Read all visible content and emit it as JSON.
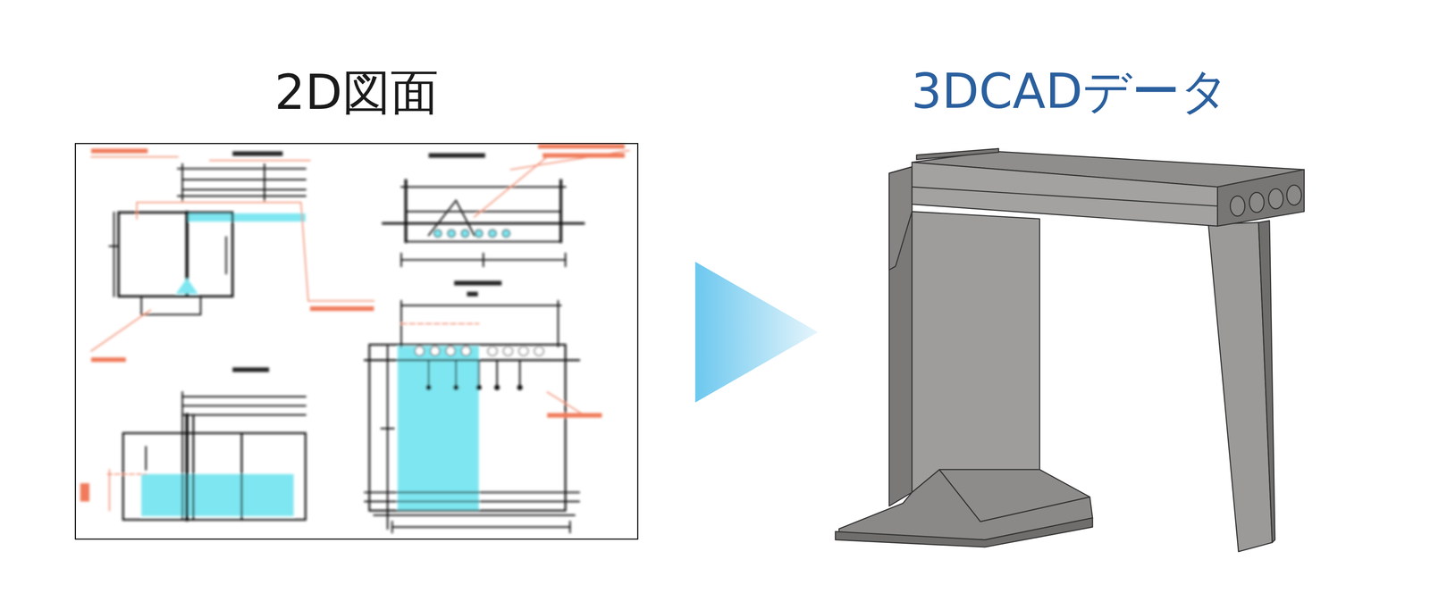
{
  "diagram": {
    "nodes": [
      {
        "text": [
          "2D図面"
        ]
      },
      {
        "text": [
          "3DCADデータ"
        ]
      }
    ],
    "edges": [
      {
        "from": 0,
        "to": 1,
        "arrow": "to"
      }
    ]
  }
}
